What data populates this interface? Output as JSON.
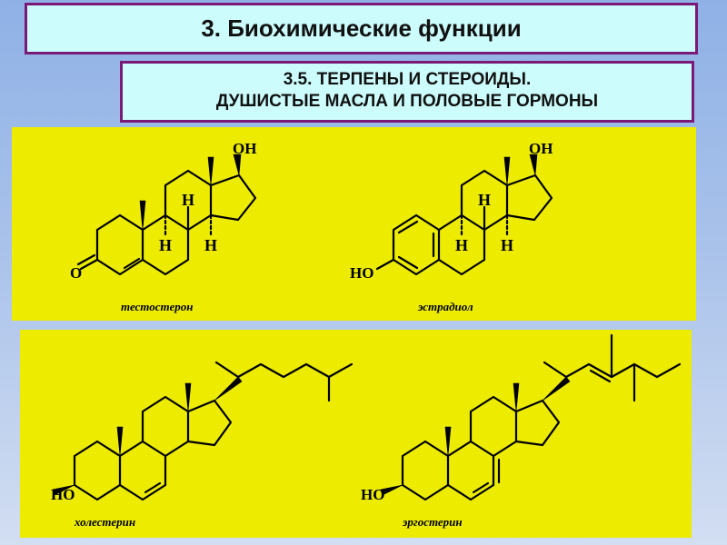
{
  "title": "3. Биохимические функции",
  "subtitle_line1": "3.5. ТЕРПЕНЫ И СТЕРОИДЫ.",
  "subtitle_line2": "ДУШИСТЫЕ МАСЛА И ПОЛОВЫЕ ГОРМОНЫ",
  "labels": {
    "OH": "OH",
    "HO": "HO",
    "O": "O",
    "H": "H"
  },
  "molecules": {
    "testosterone": "тестостерон",
    "estradiol": "эстрадиол",
    "cholesterol": "холестерин",
    "ergosterol": "эргостерин"
  },
  "colors": {
    "title_box_bg": "#cdfcfc",
    "title_box_border": "#7a1a78",
    "panel_bg": "#eceb00"
  }
}
